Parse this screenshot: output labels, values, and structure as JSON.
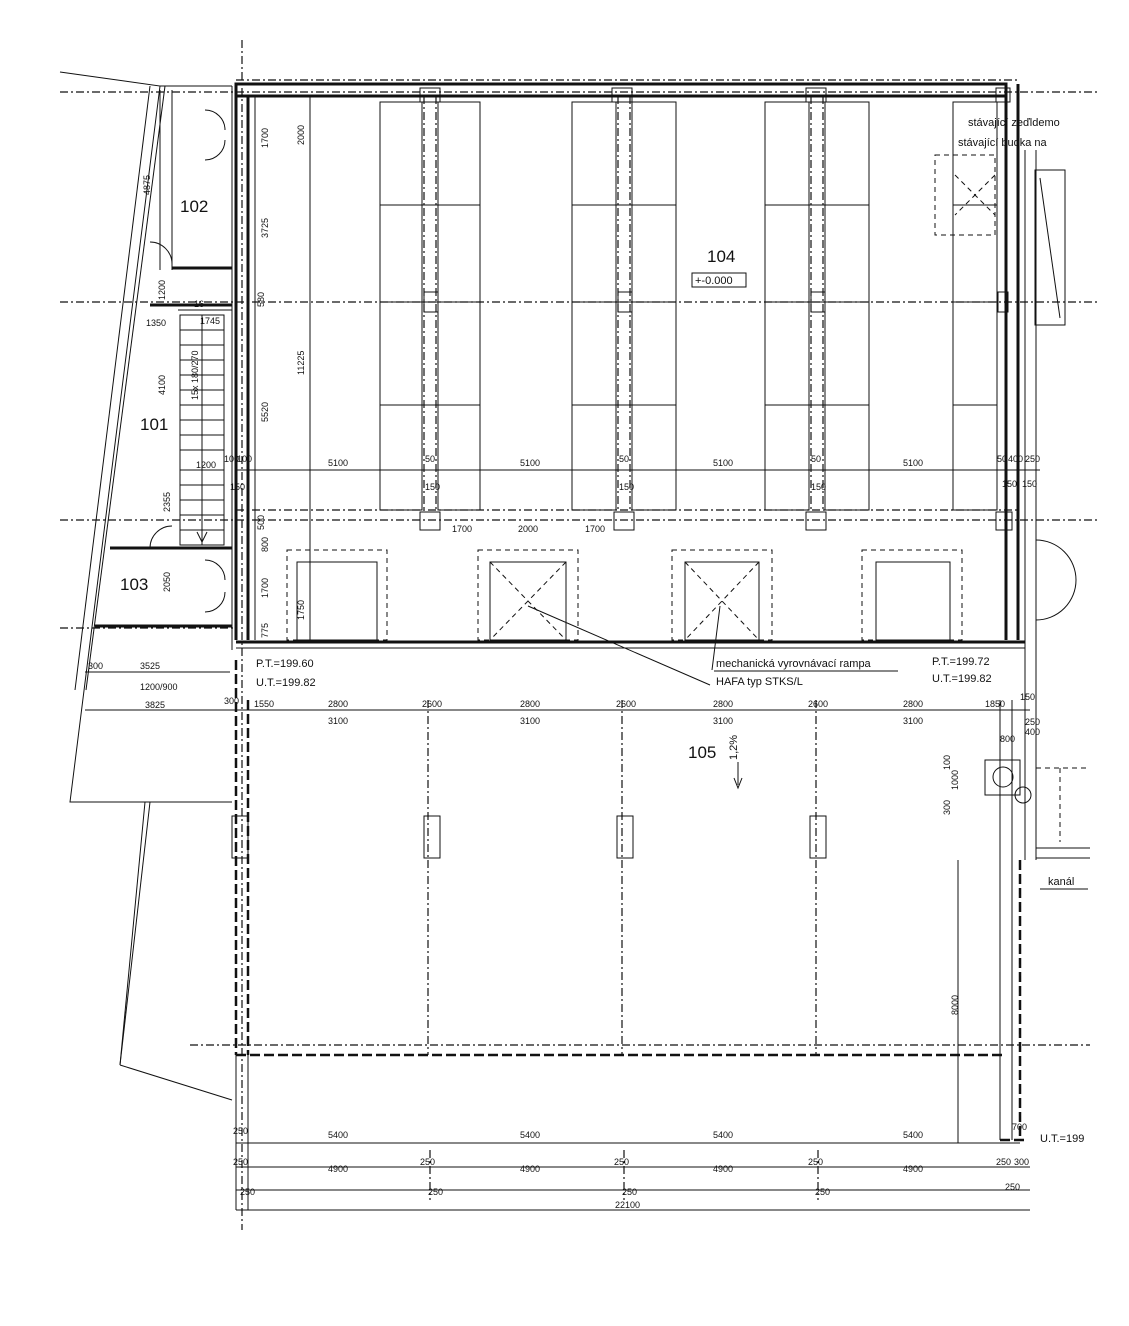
{
  "rooms": {
    "r101": "101",
    "r102": "102",
    "r103": "103",
    "r104": "104",
    "r105": "105"
  },
  "level_tag": "+-0.000",
  "slope": "1,2%",
  "levels": {
    "left_pt": "P.T.=199.60",
    "left_ut": "U.T.=199.82",
    "right_pt": "P.T.=199.72",
    "right_ut": "U.T.=199.82",
    "edge_ut": "U.T.=199"
  },
  "notes": {
    "ramp_line1": "mechanická vyrovnávací rampa",
    "ramp_line2": "HAFA typ STKS/L",
    "existing_wall": "stávající zeďldemo",
    "existing_booth": "stávající budka na",
    "channel": "kanál"
  },
  "dims": {
    "bay_5100": "5100",
    "d150": "150",
    "d50": "50",
    "d400": "400",
    "d250": "250",
    "d100": "100",
    "d1700": "1700",
    "d2000": "2000",
    "d2800": "2800",
    "d3100": "3100",
    "d2600": "2600",
    "d1550": "1550",
    "d1850": "1850",
    "d300": "300",
    "d3525": "3525",
    "d1200_900": "1200/900",
    "d3825": "3825",
    "d5400": "5400",
    "d4900": "4900",
    "d22100": "22100",
    "d700": "700",
    "d8000": "8000",
    "d1350": "1350",
    "d1745": "1745",
    "d16": "16",
    "d4875": "4875",
    "d1200": "1200",
    "d3725": "3725",
    "d580": "580",
    "d5520": "5520",
    "d11225": "11225",
    "d4100": "4100",
    "d2355": "2355",
    "d2050": "2050",
    "d800": "800",
    "d500": "500",
    "d775": "775",
    "d1750": "1750",
    "d1000": "1000",
    "stair": "15x 180/270"
  }
}
